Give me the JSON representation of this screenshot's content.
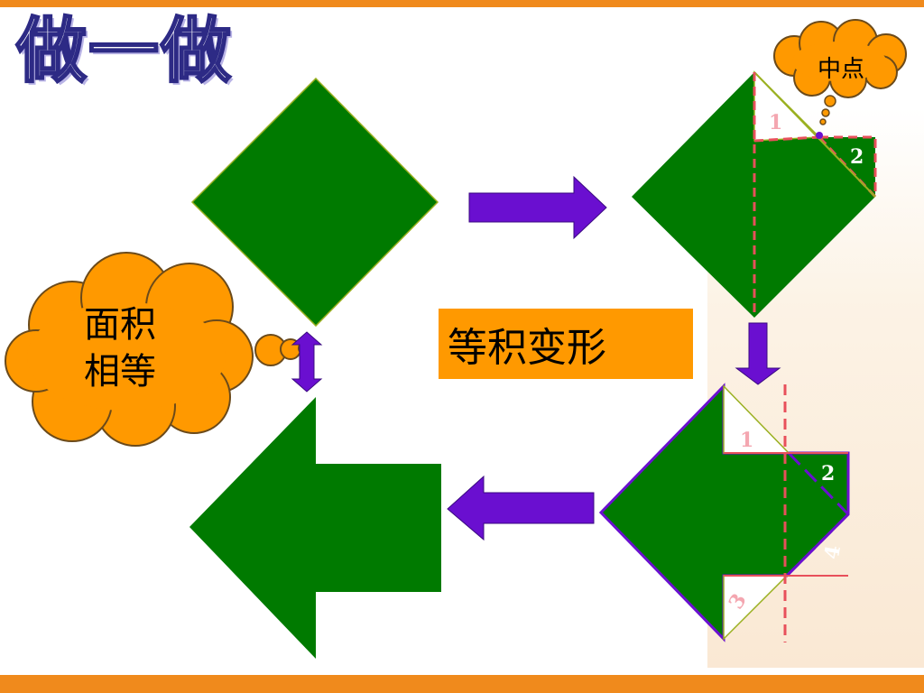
{
  "title": "做一做",
  "cloud_left": {
    "line1": "面积",
    "line2": "相等"
  },
  "cloud_small": {
    "text": "中点"
  },
  "label_box": {
    "text": "等积变形"
  },
  "piece_labels": {
    "p1a": "1",
    "p2a": "2",
    "p1b": "1",
    "p2b": "2",
    "p3": "3",
    "p4": "4"
  },
  "colors": {
    "green": "#007a00",
    "purple": "#6a0fd0",
    "orange": "#ff9900",
    "band": "#f08a1c",
    "dashed_red": "#e8505b",
    "title_stroke": "#2d2a85"
  }
}
